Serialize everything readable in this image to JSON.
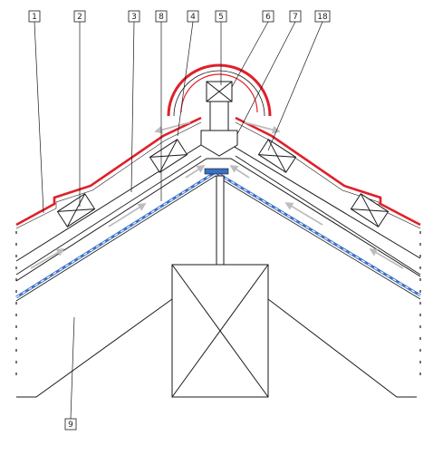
{
  "diagram": {
    "labels": [
      {
        "id": "1",
        "text": "1"
      },
      {
        "id": "2",
        "text": "2"
      },
      {
        "id": "3",
        "text": "3"
      },
      {
        "id": "8",
        "text": "8"
      },
      {
        "id": "4",
        "text": "4"
      },
      {
        "id": "5",
        "text": "5"
      },
      {
        "id": "6",
        "text": "6"
      },
      {
        "id": "7",
        "text": "7"
      },
      {
        "id": "18",
        "text": "18"
      },
      {
        "id": "9",
        "text": "9"
      }
    ],
    "colors": {
      "roof_covering": "#e0202a",
      "membrane": "#3a6fc4",
      "airflow_arrow": "#b8b8b8",
      "linework": "#1a1a1a"
    }
  }
}
